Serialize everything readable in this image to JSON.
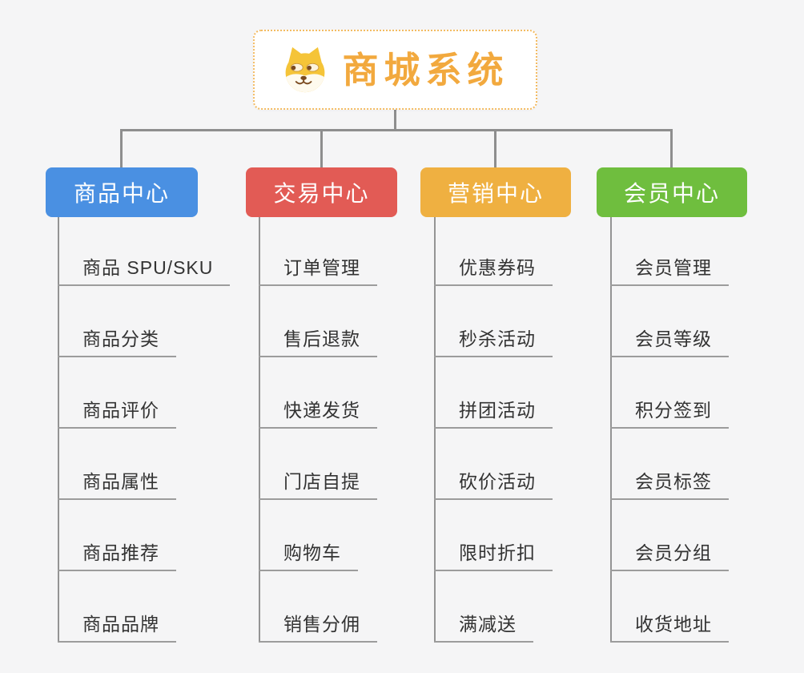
{
  "root": {
    "title": "商城系统",
    "icon": "shiba-dog-icon",
    "title_color": "#F2A93E",
    "border_color": "#F3BB62"
  },
  "connector_color": "#8E8E8E",
  "leaf_style": {
    "text_color": "#333333",
    "underline_color": "#9C9C9C"
  },
  "branches": [
    {
      "label": "商品中心",
      "color": "#4A90E2",
      "children": [
        "商品 SPU/SKU",
        "商品分类",
        "商品评价",
        "商品属性",
        "商品推荐",
        "商品品牌"
      ]
    },
    {
      "label": "交易中心",
      "color": "#E25B55",
      "children": [
        "订单管理",
        "售后退款",
        "快递发货",
        "门店自提",
        "购物车",
        "销售分佣"
      ]
    },
    {
      "label": "营销中心",
      "color": "#EFB041",
      "children": [
        "优惠券码",
        "秒杀活动",
        "拼团活动",
        "砍价活动",
        "限时折扣",
        "满减送"
      ]
    },
    {
      "label": "会员中心",
      "color": "#6FBE3E",
      "children": [
        "会员管理",
        "会员等级",
        "积分签到",
        "会员标签",
        "会员分组",
        "收货地址"
      ]
    }
  ]
}
